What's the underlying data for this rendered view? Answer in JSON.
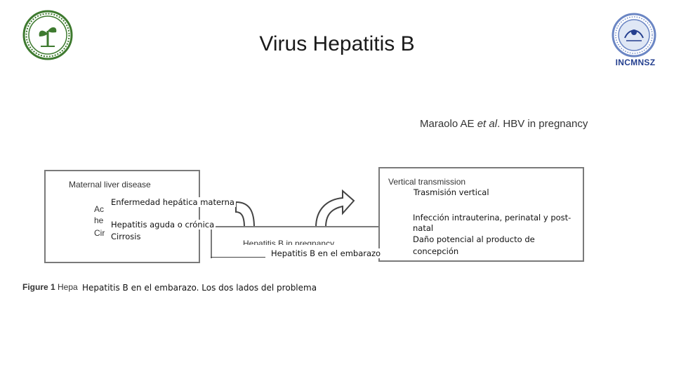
{
  "slide": {
    "title": "Virus Hepatitis B",
    "institution": "INCMNSZ",
    "citation_prefix": "Maraolo AE ",
    "citation_italic": "et al",
    "citation_suffix": ". HBV in pregnancy"
  },
  "figure": {
    "left_box_header": "Maternal liver disease",
    "left_box_frag1": "Ac",
    "left_box_frag2": "he",
    "left_box_frag3": "Cir",
    "left_box_overlay_title": "Enfermedad hepática materna",
    "left_box_overlay_line1": "Hepatitis aguda o crónica",
    "left_box_overlay_line2": "Cirrosis",
    "mid_box_header": "Hepatitis B in pregnancy",
    "mid_box_overlay": "Hepatitis B en el embarazo",
    "right_box_header": "Vertical transmission",
    "right_box_overlay_title": "Trasmisión vertical",
    "right_box_overlay_line1": "Infección intrauterina, perinatal y post-",
    "right_box_overlay_line2": "natal",
    "right_box_overlay_line3": "Daño potencial al producto de",
    "right_box_overlay_line4": "concepción",
    "caption_fig_label": "Figure 1",
    "caption_fragment": "Hepa",
    "caption_overlay": "Hepatitis B en el embarazo. Los dos lados del problema"
  },
  "colors": {
    "institution_blue": "#243f8f",
    "logo_green": "#3e7a2f",
    "box_border": "#7a7a7a"
  },
  "icons": [
    "university-seal-logo",
    "incmnsz-seal-logo",
    "curved-arrow-left-icon",
    "curved-arrow-right-icon"
  ]
}
